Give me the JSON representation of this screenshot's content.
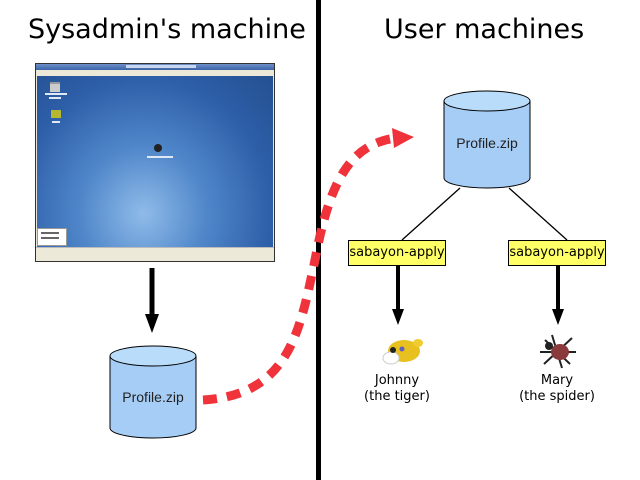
{
  "headings": {
    "left": "Sysadmin's machine",
    "right": "User machines"
  },
  "sysadmin": {
    "screenshot": "desktop-screenshot",
    "profile_label": "Profile.zip"
  },
  "server": {
    "profile_label": "Profile.zip"
  },
  "apply_boxes": [
    {
      "label": "sabayon-apply"
    },
    {
      "label": "sabayon-apply"
    }
  ],
  "users": [
    {
      "name": "Johnny",
      "desc": "(the tiger)",
      "icon": "tiger-icon"
    },
    {
      "name": "Mary",
      "desc": "(the spider)",
      "icon": "spider-icon"
    }
  ],
  "colors": {
    "cylinder_fill": "#a6cdf5",
    "cylinder_top": "#b9dcfb",
    "apply_fill": "#ffff66",
    "transfer_arrow": "#f0333a"
  }
}
